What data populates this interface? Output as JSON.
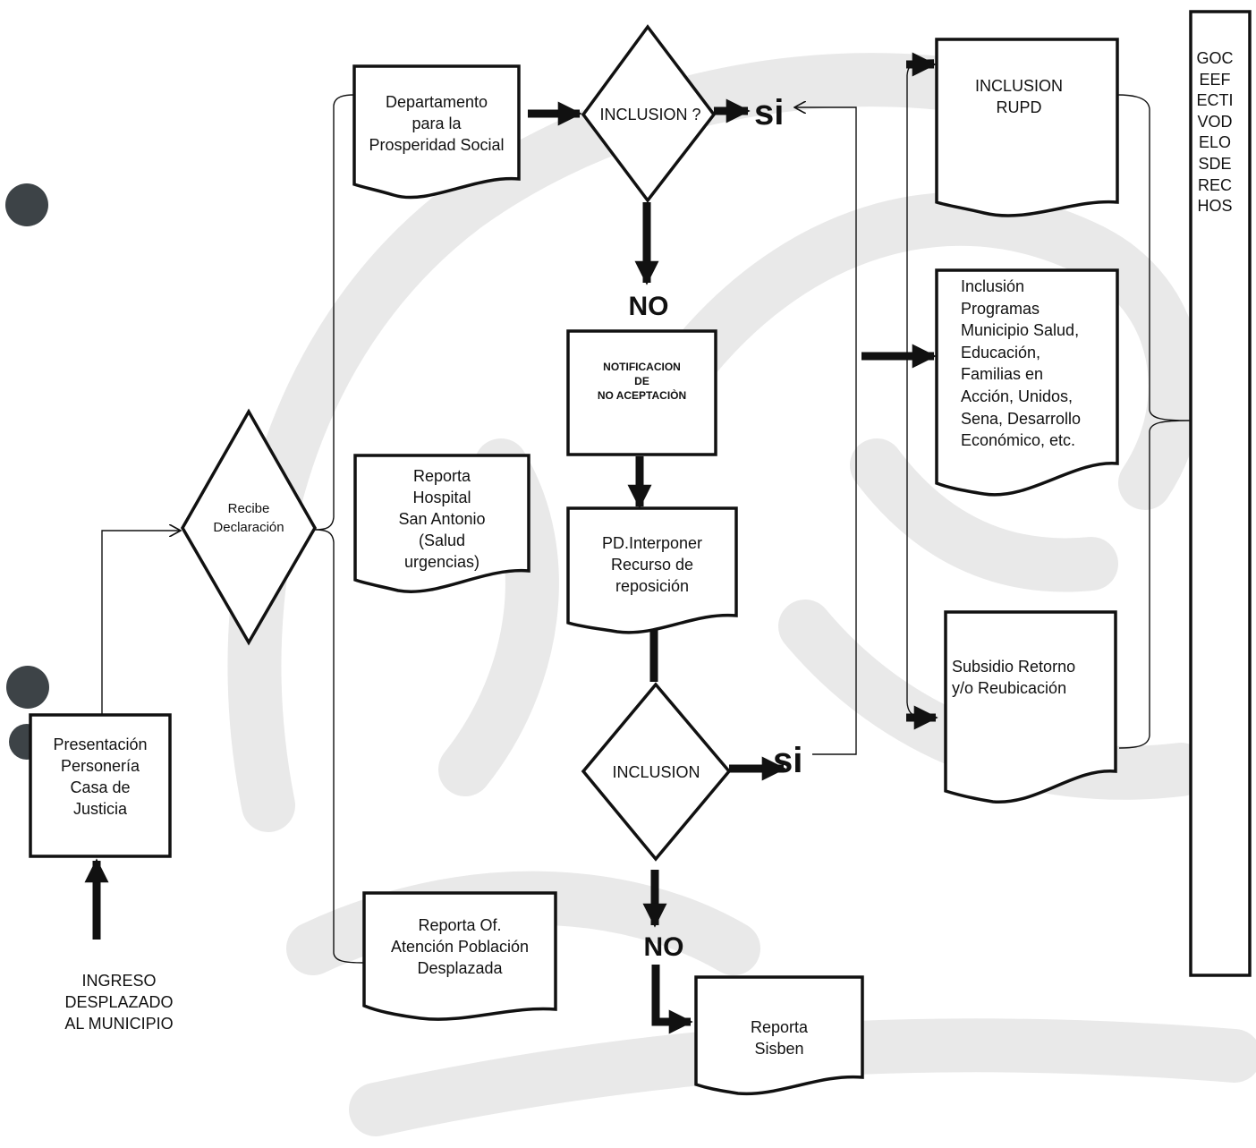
{
  "start_label": "INGRESO\nDESPLAZADO\nAL MUNICIPIO",
  "nodes": {
    "presentacion": "Presentación\nPersonería\nCasa de\nJusticia",
    "recibe": "Recibe\nDeclaración",
    "departamento": "Departamento\npara la\nProsperidad Social",
    "reporta_hospital": "Reporta\nHospital\nSan Antonio\n(Salud\nurgencias)",
    "reporta_oficina": "Reporta  Of.\nAtención Población\nDesplazada",
    "inclusion_q": "INCLUSION ?",
    "si_top": "si",
    "no_top": "NO",
    "notificacion": "NOTIFICACION\nDE\nNO ACEPTACIÒN",
    "recurso": "PD.Interponer\nRecurso  de\nreposición",
    "inclusion2": "INCLUSION",
    "si_bottom": "si",
    "no_bottom": "NO",
    "sisben": "Reporta\nSisben",
    "rupd": "INCLUSION\nRUPD",
    "programas": "Inclusión\nProgramas\nMunicipio Salud,\nEducación,\nFamilias en\nAcción, Unidos,\nSena, Desarrollo\nEconómico,  etc.",
    "subsidio": "Subsidio Retorno\ny/o Reubicación",
    "goce": "GOCEEFECTIVODELOSDERECHOS"
  },
  "colors": {
    "stroke": "#111111",
    "watermark": "#e9e9e9",
    "dot": "#3d4347"
  }
}
